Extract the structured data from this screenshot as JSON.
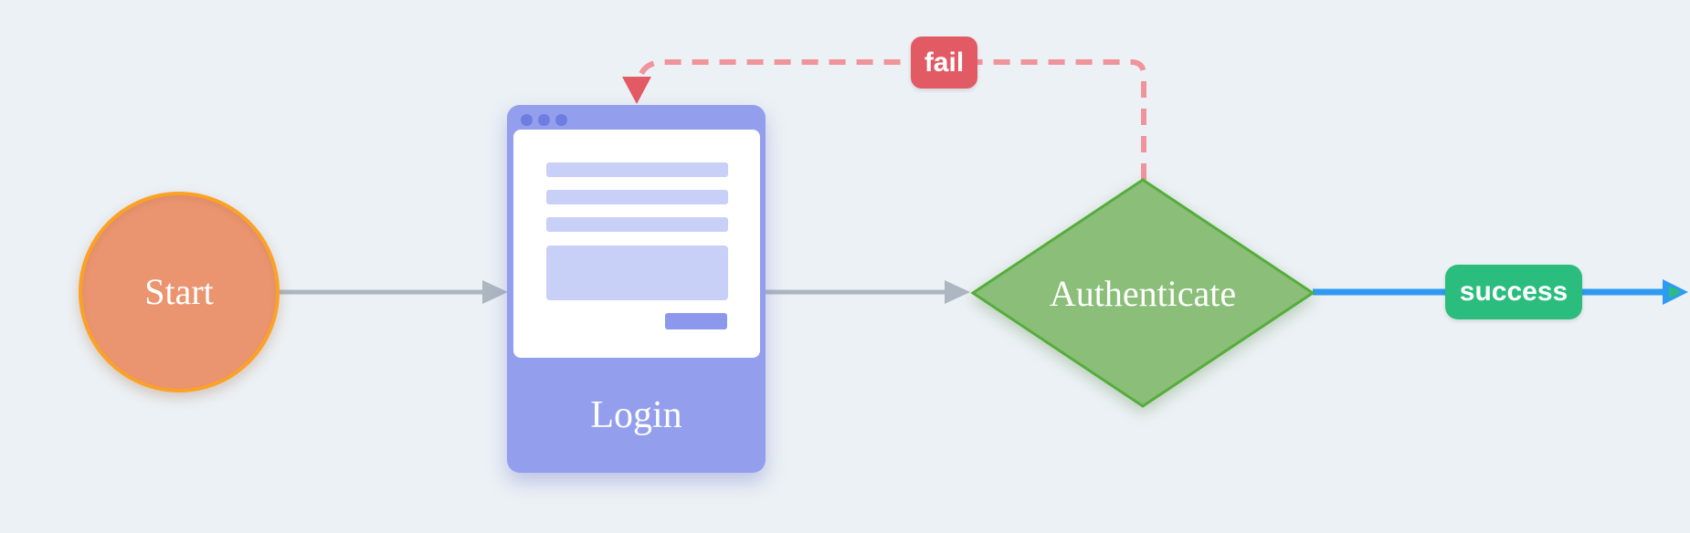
{
  "diagram": {
    "nodes": {
      "start": {
        "label": "Start",
        "shape": "circle"
      },
      "login": {
        "label": "Login",
        "shape": "browser-window"
      },
      "authenticate": {
        "label": "Authenticate",
        "shape": "diamond"
      }
    },
    "edges": {
      "start_to_login": {
        "label": "",
        "style": "solid-gray-arrow"
      },
      "login_to_authenticate": {
        "label": "",
        "style": "solid-gray-arrow"
      },
      "fail": {
        "label": "fail",
        "style": "dashed-red-arrow"
      },
      "success": {
        "label": "success",
        "style": "solid-blue-arrow"
      }
    },
    "colors": {
      "bg": "#ECF1F5",
      "node_start_fill": "#EB9570",
      "node_start_border": "#FBA226",
      "window_frame": "#939FED",
      "window_dot": "#6F7DE0",
      "window_content_bg": "#FFFFFF",
      "form_line": "#C9D0F8",
      "form_button": "#8C98EC",
      "diamond_fill": "#8BBE79",
      "diamond_border": "#55AD3B",
      "edge_gray": "#ADB7C1",
      "edge_fail": "#F0949C",
      "edge_fail_arrow": "#E25B64",
      "fail_badge_bg": "#E25B64",
      "success_badge_bg": "#2BBD7E",
      "edge_success": "#2E9BF2",
      "text_white": "#FFFFFF"
    }
  }
}
